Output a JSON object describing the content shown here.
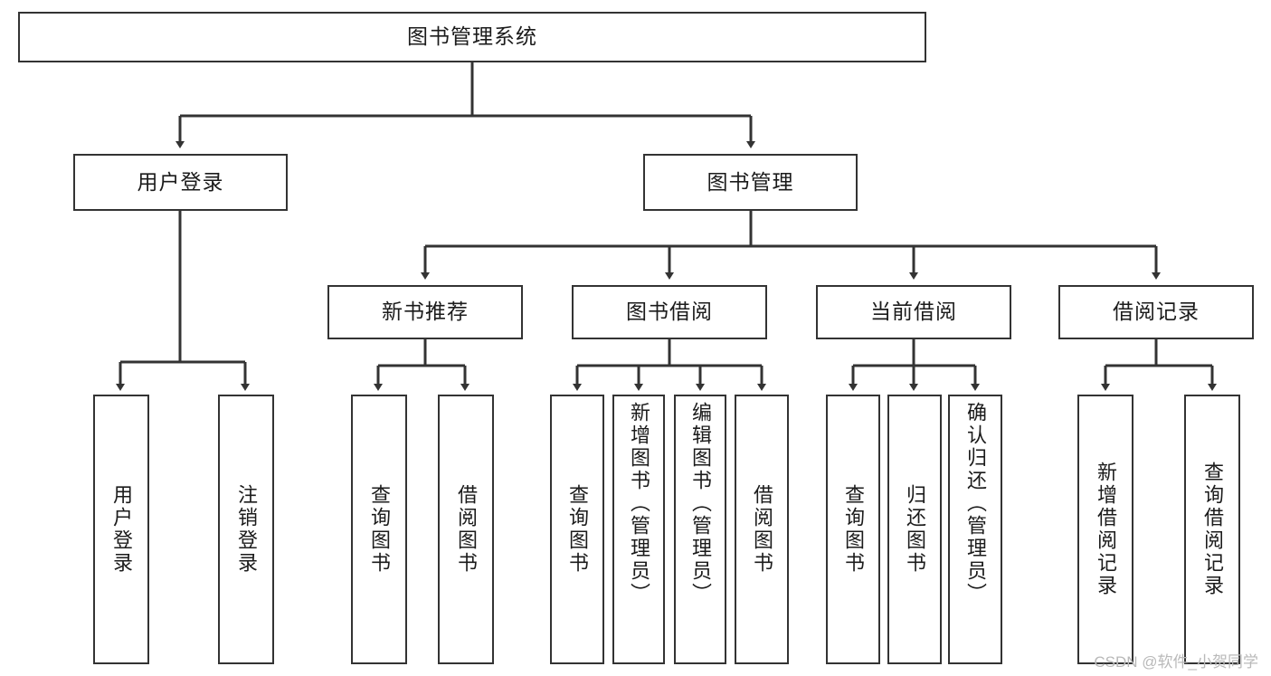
{
  "diagram": {
    "type": "tree-hierarchy",
    "title_node": {
      "label": "图书管理系统"
    },
    "level2": [
      {
        "label": "用户登录"
      },
      {
        "label": "图书管理"
      }
    ],
    "level3": [
      {
        "label": "新书推荐"
      },
      {
        "label": "图书借阅"
      },
      {
        "label": "当前借阅"
      },
      {
        "label": "借阅记录"
      }
    ],
    "leaves": {
      "user_login": [
        {
          "label": "用户登录"
        },
        {
          "label": "注销登录"
        }
      ],
      "new_book_recommend": [
        {
          "label": "查询图书"
        },
        {
          "label": "借阅图书"
        }
      ],
      "book_borrow": [
        {
          "label": "查询图书"
        },
        {
          "label": "新增图书（管理员）"
        },
        {
          "label": "编辑图书（管理员）"
        },
        {
          "label": "借阅图书"
        }
      ],
      "current_borrow": [
        {
          "label": "查询图书"
        },
        {
          "label": "归还图书"
        },
        {
          "label": "确认归还（管理员）"
        }
      ],
      "borrow_record": [
        {
          "label": "新增借阅记录"
        },
        {
          "label": "查询借阅记录"
        }
      ]
    }
  },
  "watermark": {
    "text": "CSDN @软件_小贺同学"
  },
  "colors": {
    "stroke": "#333333",
    "text": "#1b1b1b",
    "background": "#ffffff",
    "watermark": "#b9b9b9"
  }
}
